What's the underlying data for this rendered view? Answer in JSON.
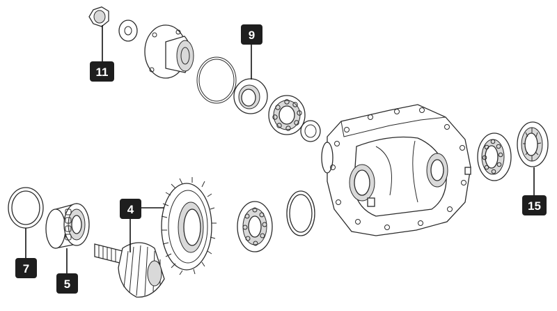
{
  "callouts": [
    {
      "id": "callout-4",
      "label": "4"
    },
    {
      "id": "callout-5",
      "label": "5"
    },
    {
      "id": "callout-7",
      "label": "7"
    },
    {
      "id": "callout-9",
      "label": "9"
    },
    {
      "id": "callout-11",
      "label": "11"
    },
    {
      "id": "callout-15",
      "label": "15"
    }
  ],
  "colors": {
    "badge": "#1e1e1e",
    "badge_text": "#ffffff",
    "line": "#2a2a2a"
  }
}
